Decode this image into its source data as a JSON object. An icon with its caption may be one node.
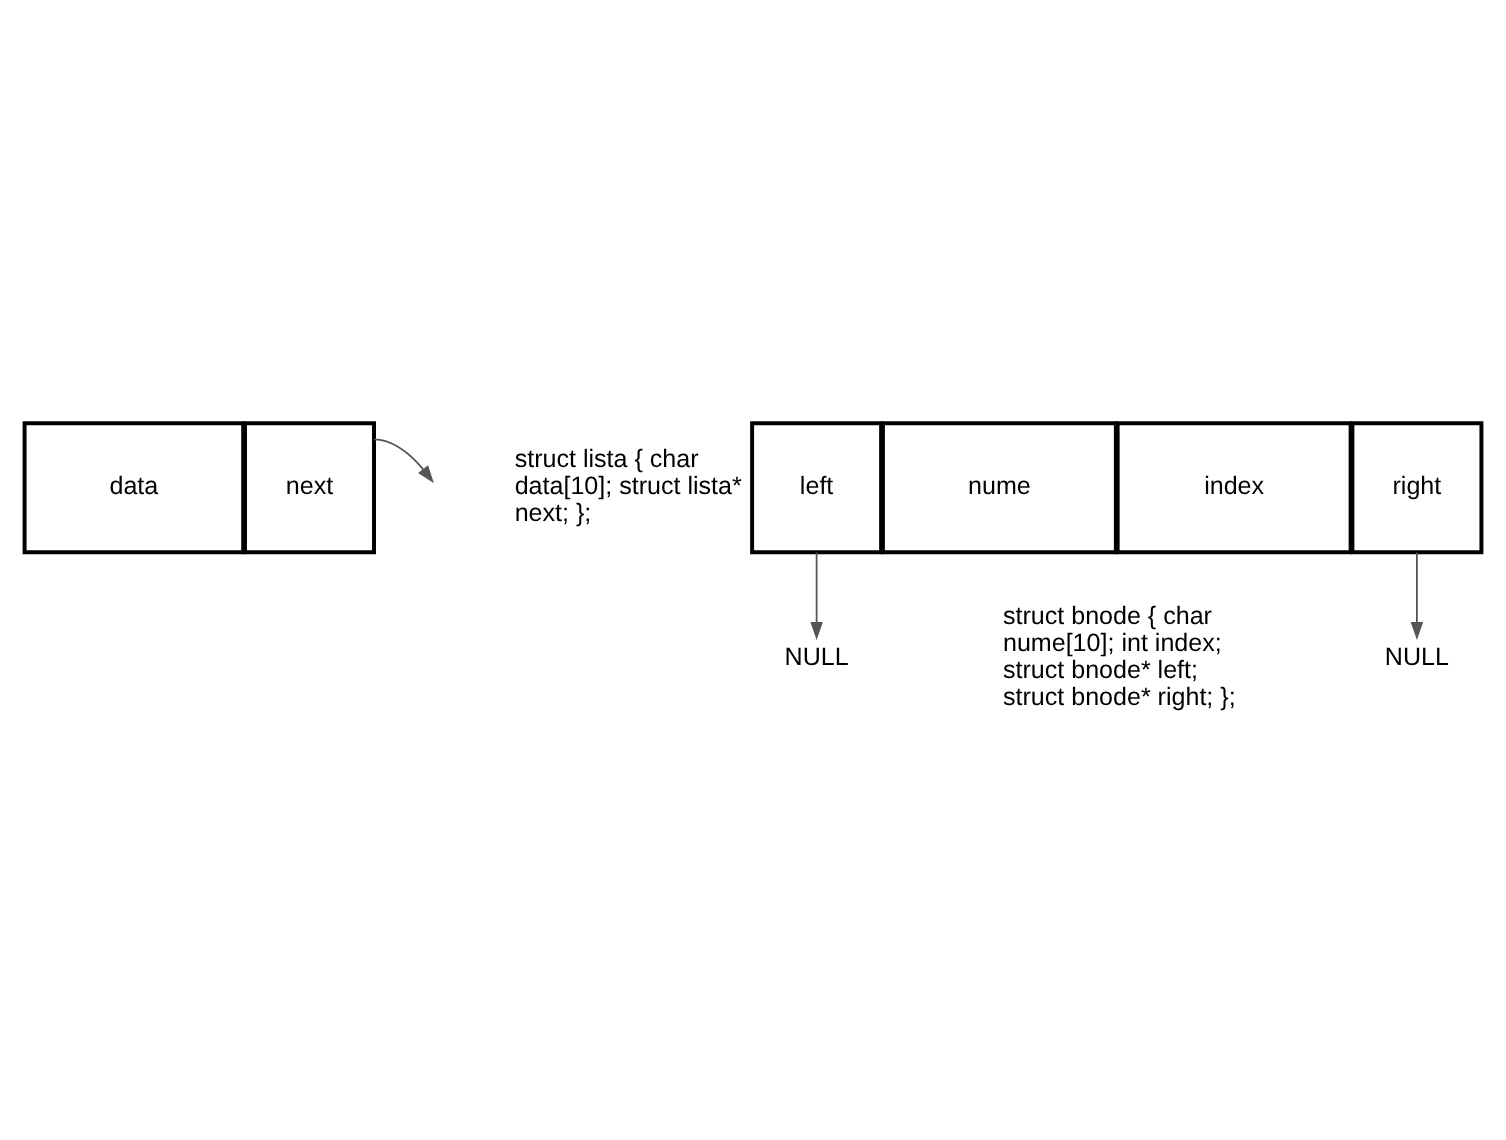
{
  "diagram": {
    "nodes": [
      {
        "text": [
          "data"
        ]
      },
      {
        "text": [
          "next"
        ]
      },
      {
        "text": [
          "left"
        ]
      },
      {
        "text": [
          "nume"
        ]
      },
      {
        "text": [
          "index"
        ]
      },
      {
        "text": [
          "right"
        ]
      },
      {
        "text": [
          "NULL"
        ]
      },
      {
        "text": [
          "NULL"
        ]
      }
    ],
    "edges": [
      {
        "from": 1,
        "to": null,
        "arrow": "to"
      },
      {
        "from": 2,
        "to": 6,
        "arrow": "to"
      },
      {
        "from": 5,
        "to": 7,
        "arrow": "to"
      }
    ],
    "labels": [
      "struct lista { char data[10]; struct lista* next; };",
      "struct bnode { char nume[10]; int index; struct bnode* left; struct bnode* right; };"
    ]
  }
}
